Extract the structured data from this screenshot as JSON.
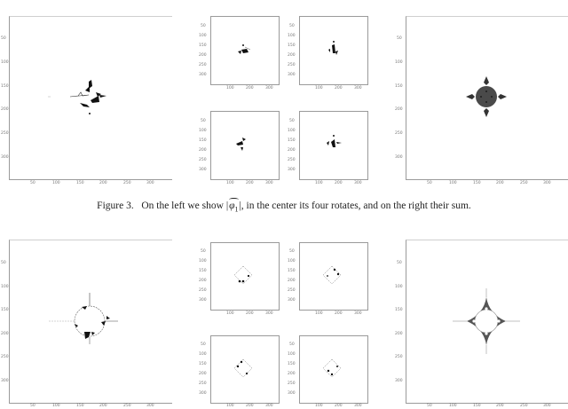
{
  "figure3": {
    "caption_prefix": "Figure 3.",
    "caption_text_before": "On the left we show |",
    "caption_symbol": "φ",
    "caption_subscript": "1",
    "caption_text_after": "|, in the center its four rotates, and on the right their sum.",
    "left": {
      "yticks": [
        "50",
        "100",
        "150",
        "200",
        "250",
        "300"
      ],
      "xticks": [
        "50",
        "100",
        "150",
        "200",
        "250",
        "300"
      ]
    },
    "center": {
      "yticks": [
        "50",
        "100",
        "150",
        "200",
        "250",
        "300"
      ],
      "xticks": [
        "100",
        "200",
        "300"
      ]
    },
    "right": {
      "yticks": [
        "50",
        "100",
        "150",
        "200",
        "250",
        "300"
      ],
      "xticks": [
        "50",
        "100",
        "150",
        "200",
        "250",
        "300"
      ]
    }
  },
  "figure4": {
    "left": {
      "yticks": [
        "50",
        "100",
        "150",
        "200",
        "250",
        "300"
      ],
      "xticks": [
        "50",
        "100",
        "150",
        "200",
        "250",
        "300"
      ]
    },
    "center": {
      "yticks": [
        "50",
        "100",
        "150",
        "200",
        "250",
        "300"
      ],
      "xticks": [
        "100",
        "200",
        "300"
      ]
    },
    "right": {
      "yticks": [
        "50",
        "100",
        "150",
        "200",
        "250",
        "300"
      ],
      "xticks": [
        "50",
        "100",
        "150",
        "200",
        "250",
        "300"
      ]
    }
  },
  "colors": {
    "axis": "#9a9a9a",
    "ink": "#111111",
    "sum_fill": "#4a4a4a"
  }
}
